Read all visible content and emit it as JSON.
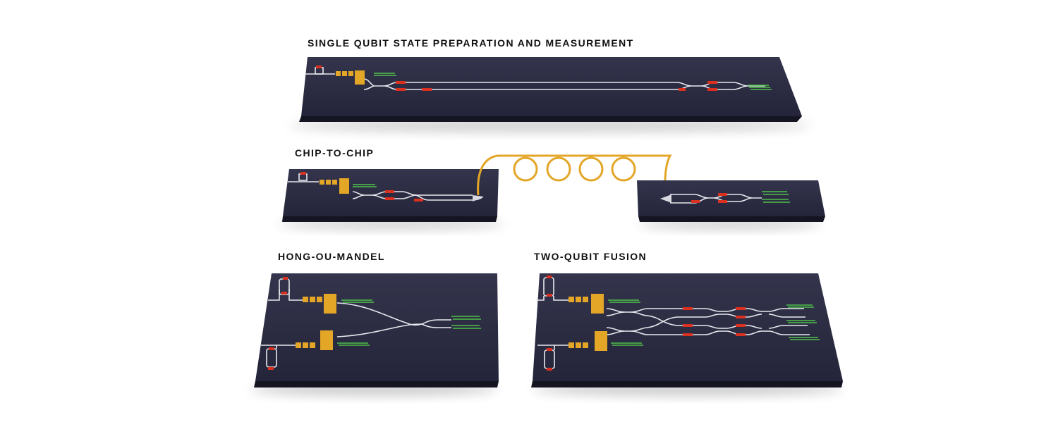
{
  "panels": [
    {
      "id": "single-qubit",
      "title": "SINGLE QUBIT STATE PREPARATION AND MEASUREMENT"
    },
    {
      "id": "chip-to-chip",
      "title": "CHIP-TO-CHIP"
    },
    {
      "id": "hong-ou-mandel",
      "title": "HONG-OU-MANDEL"
    },
    {
      "id": "two-qubit-fusion",
      "title": "TWO-QUBIT FUSION"
    }
  ],
  "colors": {
    "chip_face": "#2a2a40",
    "chip_edge": "#151522",
    "waveguide": "#e8e8ee",
    "heater": "#d9301f",
    "source": "#e3a626",
    "detector": "#4fbf4a",
    "fiber": "#e3a626"
  }
}
